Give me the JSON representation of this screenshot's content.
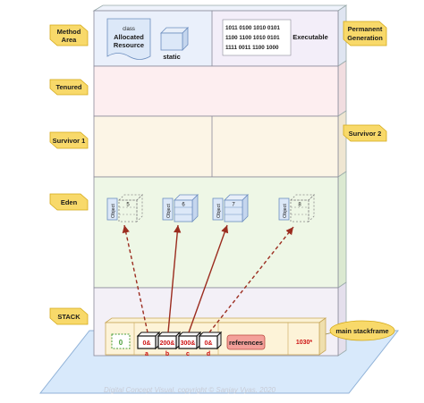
{
  "labels": {
    "method_area": [
      "Method",
      "Area"
    ],
    "permanent_generation": [
      "Permanent",
      "Generation"
    ],
    "tenured": "Tenured",
    "survivor1": "Survivor 1",
    "survivor2": "Survivor 2",
    "eden": "Eden",
    "stack": "STACK",
    "main_stackframe": "main stackframe"
  },
  "method_area_contents": {
    "class_small": "class",
    "allocated_resource": [
      "Allocated",
      "Resource"
    ],
    "static": "static",
    "binary_lines": [
      "1011 0100 1010 0101",
      "1100 1100 1010 0101",
      "1111 0011 1100 1000"
    ],
    "executable": "Executable"
  },
  "eden_objects": [
    {
      "tag": "Object",
      "value": "5",
      "style": "dashed"
    },
    {
      "tag": "Object",
      "value": "6",
      "style": "solid"
    },
    {
      "tag": "Object",
      "value": "7",
      "style": "solid"
    },
    {
      "tag": "Object",
      "value": "8",
      "style": "dashed"
    }
  ],
  "stack": {
    "zero_cell": "0",
    "refs": [
      {
        "value": "0&",
        "letter": "a"
      },
      {
        "value": "200&",
        "letter": "b"
      },
      {
        "value": "300&",
        "letter": "c"
      },
      {
        "value": "0&",
        "letter": "d"
      }
    ],
    "references_label": "references",
    "address": "1030*"
  },
  "footer": "Digital Concept Visual, copyright © Sanjay Vyas, 2020",
  "colors": {
    "method_area_fill": "#eaf0fb",
    "tenured_fill": "#fdeef0",
    "survivor_fill": "#fcf5e6",
    "eden_fill": "#eef7e6",
    "stack_fill": "#f3f0f7",
    "label_fill": "#f8d96a",
    "label_stroke": "#d4a917",
    "perm_gen_fill": "#f3eef9",
    "cube_fill": "#dce8f8",
    "cube_stroke": "#6c8ebf",
    "reference_red": "#cc1111",
    "arrow_color": "#9b2c1f",
    "stack_plane_fill": "#d8e9fb"
  }
}
